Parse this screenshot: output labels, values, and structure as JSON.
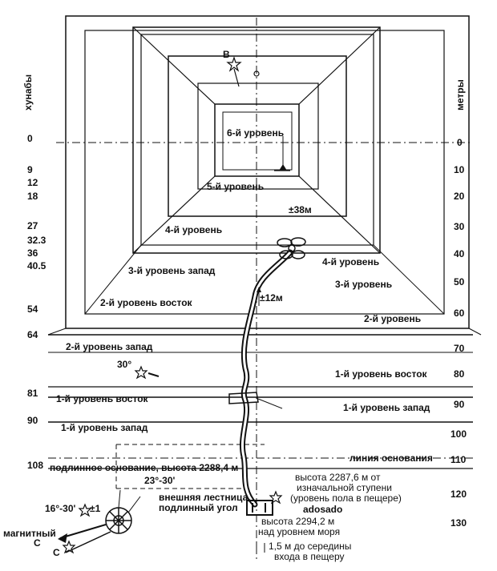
{
  "axis_left_title": "хунабы",
  "axis_right_title": "метры",
  "left_scale": [
    "0",
    "9",
    "12",
    "18",
    "27",
    "32.3",
    "36",
    "40.5",
    "54",
    "64",
    "81",
    "90",
    "108"
  ],
  "right_scale": [
    "0",
    "10",
    "20",
    "30",
    "40",
    "50",
    "60",
    "70",
    "80",
    "90",
    "100",
    "110",
    "120",
    "130"
  ],
  "levels": {
    "l6": "6-й уровень",
    "l5": "5-й уровень",
    "l4": "4-й уровень",
    "l4_right": "4-й уровень",
    "l3_west": "3-й уровень запад",
    "l3_right": "3-й уровень",
    "l2_east": "2-й уровень восток",
    "l2_right": "2-й уровень",
    "l2_west": "2-й уровень запад",
    "l1_east_right": "1-й уровень восток",
    "l1_east_left": "1-й уровень восток",
    "l1_west_right": "1-й уровень запад",
    "l1_west_left": "1-й уровень запад"
  },
  "measures": {
    "m38": "±38м",
    "m12": "±12м",
    "angle30": "30°",
    "angle23": "23°-30'",
    "compass_angle": "16°-30'",
    "compass_pm": "±1"
  },
  "marks": {
    "b": "В",
    "c": "С",
    "c2": "С"
  },
  "annotations": {
    "base_line": "линия основания",
    "orig_base": "подлинное основание, высота 2288,4 м",
    "stair_1": "внешняя лестница,",
    "stair_2": "подлинный угол",
    "h_first_1": "высота 2287,6 м от",
    "h_first_2": "изначальной ступени",
    "h_first_3": "(уровень пола в пещере)",
    "adosado": "adosado",
    "sea_1": "высота 2294,2 м",
    "sea_2": "над уровнем моря",
    "entr_1": "1,5 м до середины",
    "entr_2": "входа в пещеру",
    "magnetic": "магнитный"
  }
}
